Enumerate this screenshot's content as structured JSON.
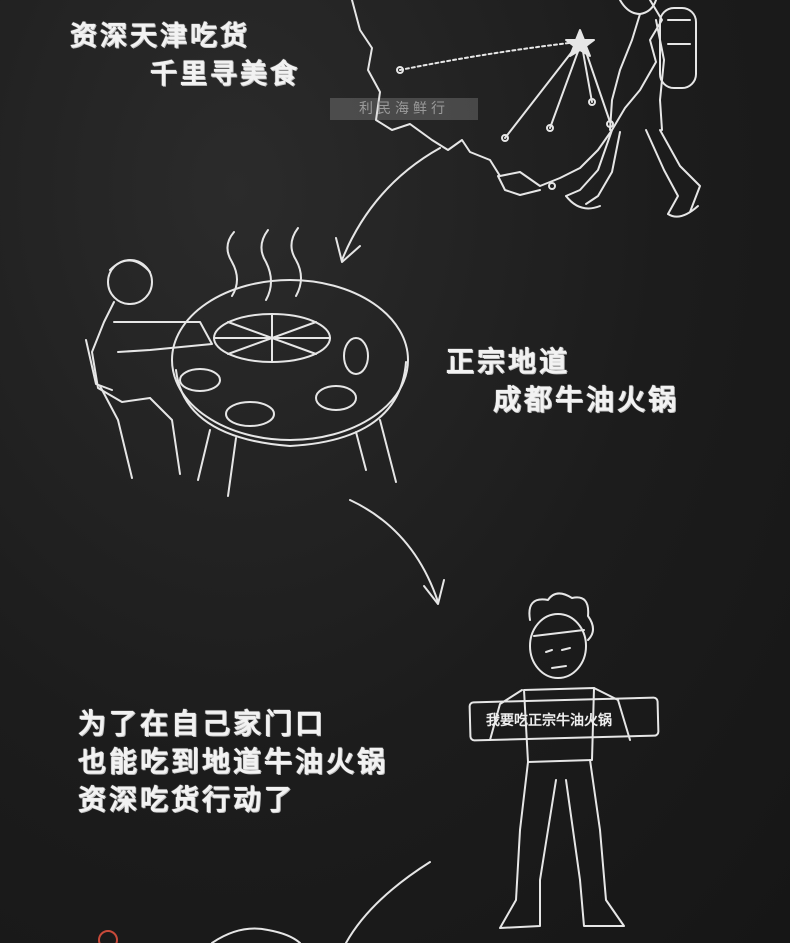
{
  "texts": {
    "line1a": "资深天津吃货",
    "line1b": "千里寻美食",
    "line2a": "正宗地道",
    "line2b": "成都牛油火锅",
    "line3a": "为了在自己家门口",
    "line3b": "也能吃到地道牛油火锅",
    "line3c": "资深吃货行动了",
    "banner": "我要吃正宗牛油火锅",
    "watermark": "利民海鲜行"
  },
  "colors": {
    "background": "#1e1e1e",
    "chalk": "#f2f2f2"
  }
}
